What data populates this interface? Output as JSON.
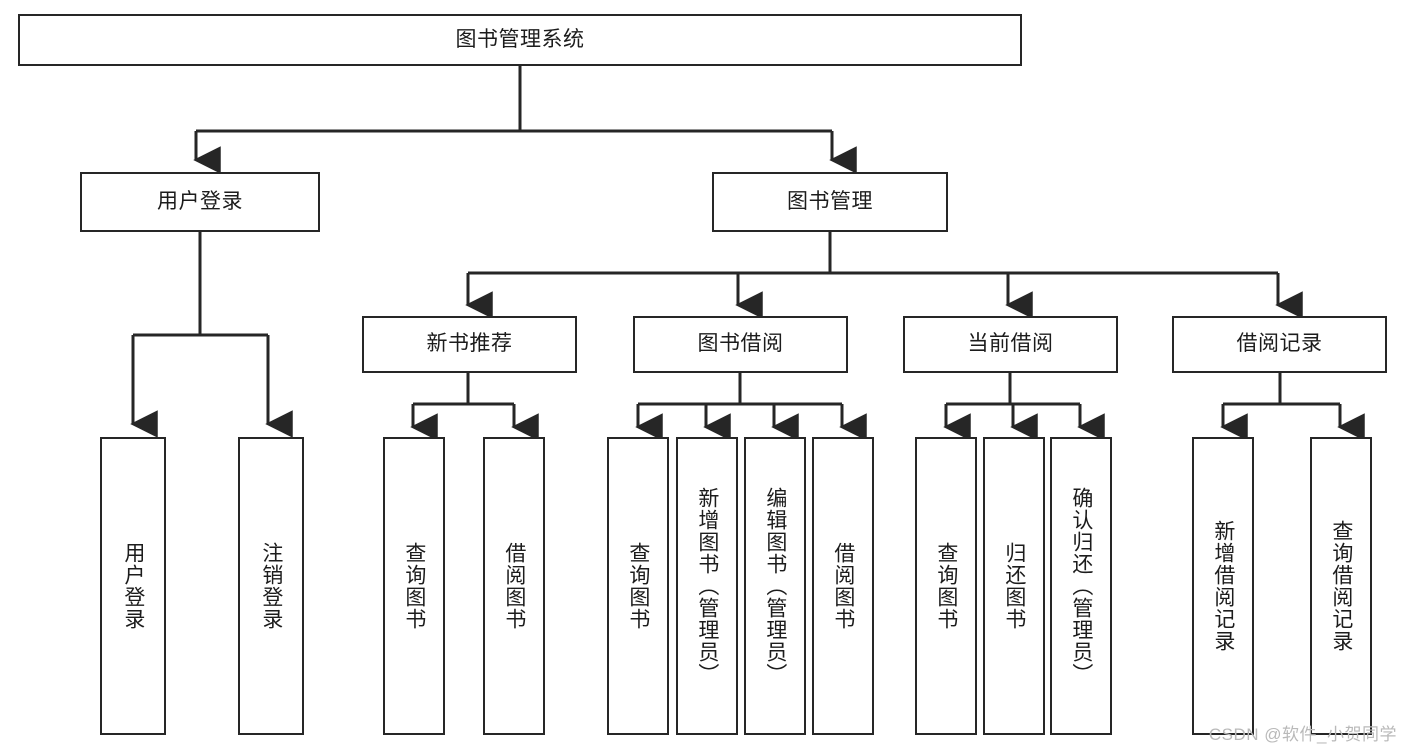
{
  "diagram": {
    "title": "图书管理系统",
    "type": "hierarchy-tree",
    "background_color": "#ffffff",
    "line_color": "#262626",
    "box_fill": "#ffffff",
    "root": {
      "id": "root",
      "label": "图书管理系统"
    },
    "level2": [
      {
        "id": "user-login",
        "label": "用户登录"
      },
      {
        "id": "book-manage",
        "label": "图书管理"
      }
    ],
    "level3": [
      {
        "id": "new-book-recommend",
        "label": "新书推荐",
        "parent": "book-manage"
      },
      {
        "id": "book-borrow",
        "label": "图书借阅",
        "parent": "book-manage"
      },
      {
        "id": "current-borrow",
        "label": "当前借阅",
        "parent": "book-manage"
      },
      {
        "id": "borrow-record",
        "label": "借阅记录",
        "parent": "book-manage"
      }
    ],
    "leaves": {
      "user_login": [
        {
          "id": "leaf-user-login",
          "label": "用户登录"
        },
        {
          "id": "leaf-logout-login",
          "label": "注销登录"
        }
      ],
      "new_book_recommend": [
        {
          "id": "leaf-query-book-1",
          "label": "查询图书"
        },
        {
          "id": "leaf-borrow-book-1",
          "label": "借阅图书"
        }
      ],
      "book_borrow": [
        {
          "id": "leaf-query-book-2",
          "label": "查询图书"
        },
        {
          "id": "leaf-add-book",
          "label": "新增图书（管理员）"
        },
        {
          "id": "leaf-edit-book",
          "label": "编辑图书（管理员）"
        },
        {
          "id": "leaf-borrow-book-2",
          "label": "借阅图书"
        }
      ],
      "current_borrow": [
        {
          "id": "leaf-query-book-3",
          "label": "查询图书"
        },
        {
          "id": "leaf-return-book",
          "label": "归还图书"
        },
        {
          "id": "leaf-confirm-return",
          "label": "确认归还（管理员）"
        }
      ],
      "borrow_record": [
        {
          "id": "leaf-add-record",
          "label": "新增借阅记录"
        },
        {
          "id": "leaf-query-record",
          "label": "查询借阅记录"
        }
      ]
    }
  },
  "watermark": {
    "text": "CSDN @软件_小贺同学"
  }
}
